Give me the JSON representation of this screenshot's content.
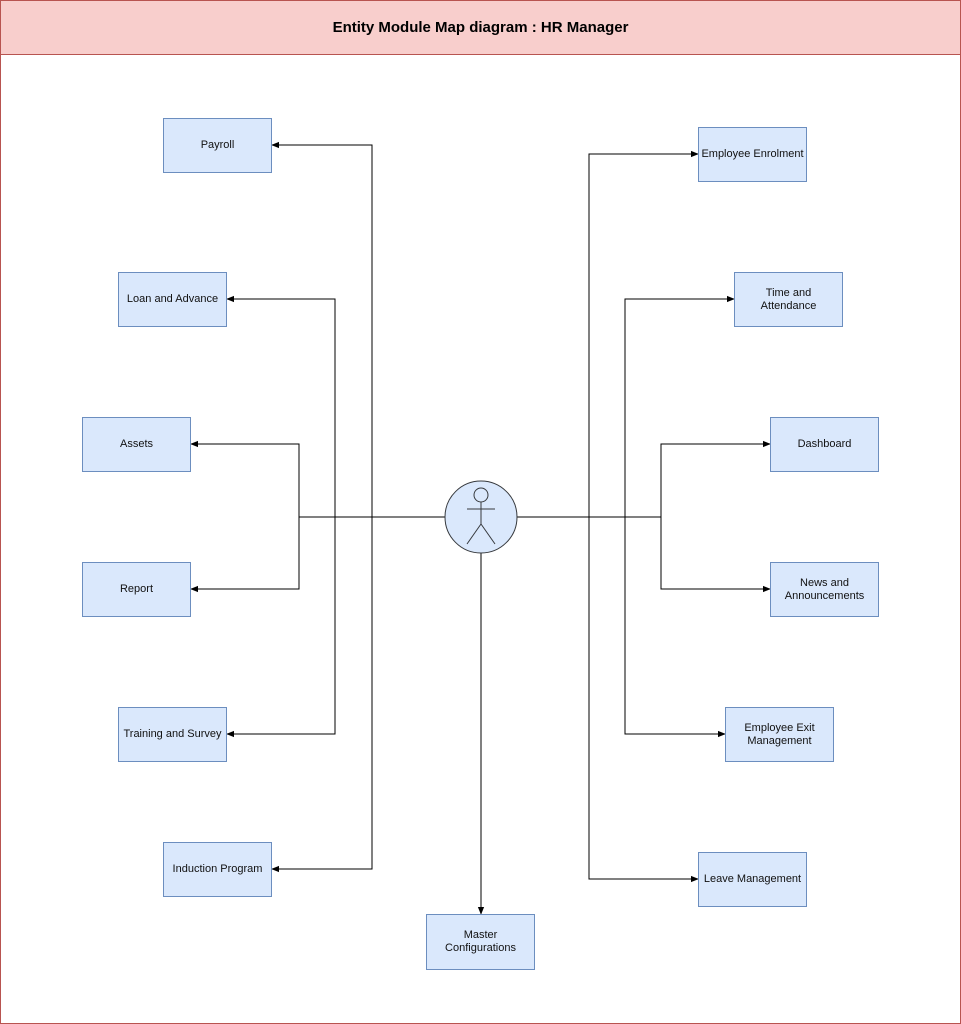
{
  "diagram": {
    "title": "Entity Module Map diagram : HR Manager",
    "colors": {
      "title_fill": "#f8cecc",
      "title_border": "#b85450",
      "node_fill": "#dae8fc",
      "node_border": "#6c8ebf",
      "actor_fill": "#dae8fc",
      "connector": "#000000"
    },
    "actor": {
      "icon": "person-icon"
    },
    "left_modules": {
      "payroll": "Payroll",
      "loan_advance": "Loan and Advance",
      "assets": "Assets",
      "report": "Report",
      "training_survey": "Training and Survey",
      "induction_program": "Induction Program"
    },
    "right_modules": {
      "employee_enrolment": "Employee Enrolment",
      "time_attendance": "Time and Attendance",
      "dashboard": "Dashboard",
      "news_announcements": "News and\nAnnouncements",
      "employee_exit": "Employee Exit\nManagement",
      "leave_management": "Leave Management"
    },
    "bottom_modules": {
      "master_configurations": "Master Configurations"
    }
  }
}
